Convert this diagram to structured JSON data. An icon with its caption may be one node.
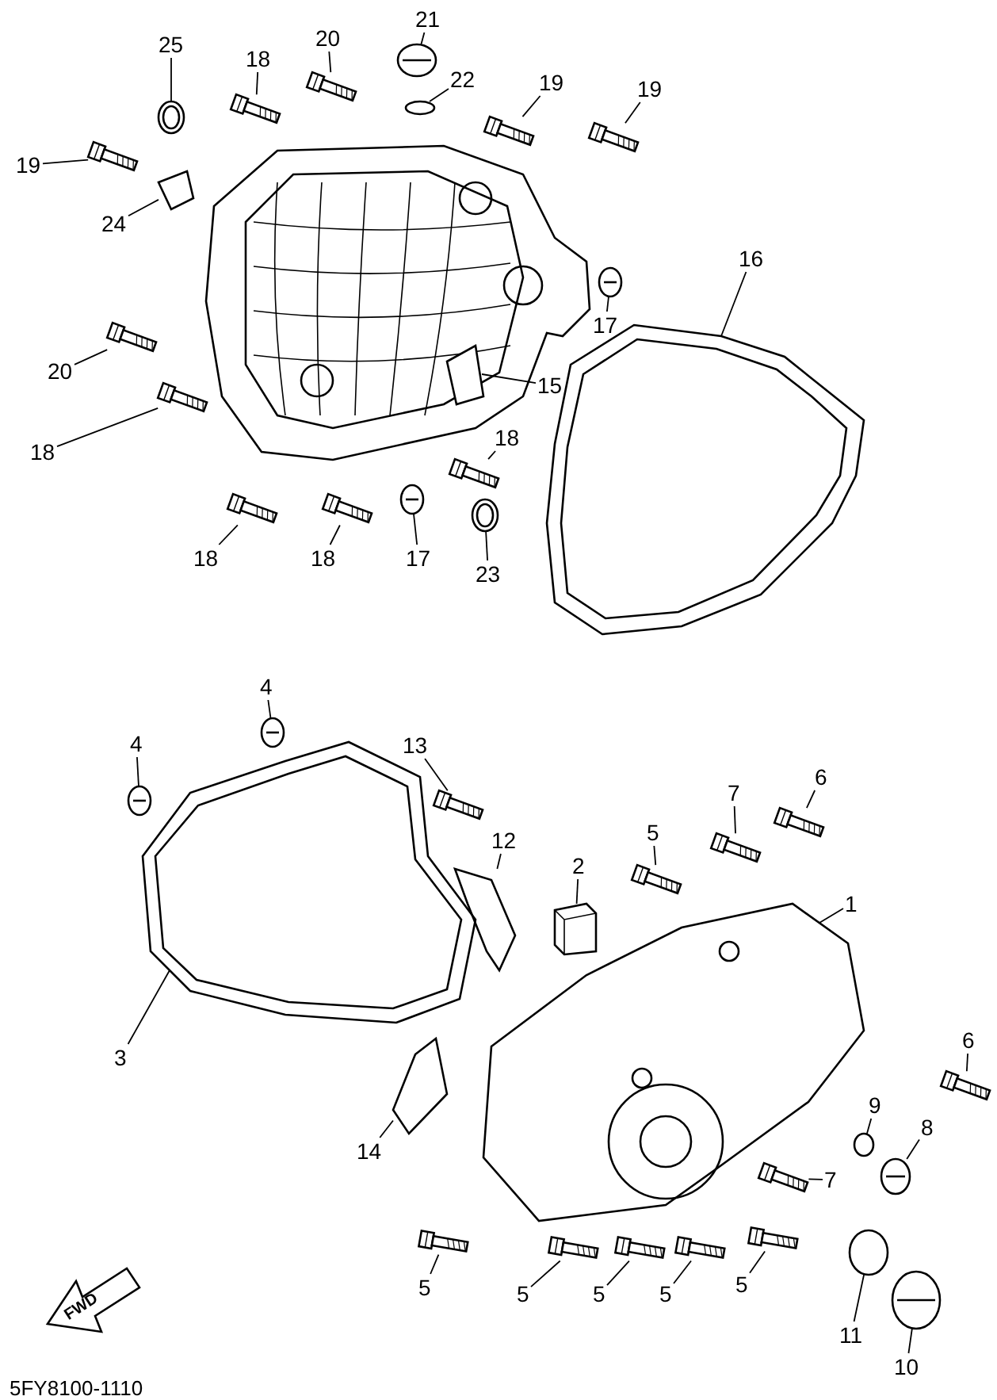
{
  "diagram": {
    "nodes": [
      {
        "text": [
          "25"
        ]
      },
      {
        "text": [
          "18"
        ]
      },
      {
        "text": [
          "20"
        ]
      },
      {
        "text": [
          "21"
        ]
      },
      {
        "text": [
          "22"
        ]
      },
      {
        "text": [
          "19"
        ]
      },
      {
        "text": [
          "19"
        ]
      },
      {
        "text": [
          "19"
        ]
      },
      {
        "text": [
          "24"
        ]
      },
      {
        "text": [
          "16"
        ]
      },
      {
        "text": [
          "17"
        ]
      },
      {
        "text": [
          "20"
        ]
      },
      {
        "text": [
          "15"
        ]
      },
      {
        "text": [
          "18"
        ]
      },
      {
        "text": [
          "18"
        ]
      },
      {
        "text": [
          "18"
        ]
      },
      {
        "text": [
          "18"
        ]
      },
      {
        "text": [
          "17"
        ]
      },
      {
        "text": [
          "23"
        ]
      },
      {
        "text": [
          "4"
        ]
      },
      {
        "text": [
          "4"
        ]
      },
      {
        "text": [
          "13"
        ]
      },
      {
        "text": [
          "12"
        ]
      },
      {
        "text": [
          "2"
        ]
      },
      {
        "text": [
          "5"
        ]
      },
      {
        "text": [
          "7"
        ]
      },
      {
        "text": [
          "6"
        ]
      },
      {
        "text": [
          "1"
        ]
      },
      {
        "text": [
          "3"
        ]
      },
      {
        "text": [
          "6"
        ]
      },
      {
        "text": [
          "9"
        ]
      },
      {
        "text": [
          "8"
        ]
      },
      {
        "text": [
          "14"
        ]
      },
      {
        "text": [
          "7"
        ]
      },
      {
        "text": [
          "5"
        ]
      },
      {
        "text": [
          "5"
        ]
      },
      {
        "text": [
          "5"
        ]
      },
      {
        "text": [
          "5"
        ]
      },
      {
        "text": [
          "5"
        ]
      },
      {
        "text": [
          "11"
        ]
      },
      {
        "text": [
          "10"
        ]
      },
      {
        "text": [],
        "shape": "picture"
      },
      {
        "text": [],
        "shape": "picture"
      },
      {
        "text": [],
        "shape": "picture"
      },
      {
        "text": [],
        "shape": "picture"
      },
      {
        "text": [],
        "shape": "circle"
      },
      {
        "text": [],
        "shape": "picture"
      },
      {
        "text": [],
        "shape": "picture"
      },
      {
        "text": [],
        "shape": "picture"
      },
      {
        "text": [],
        "shape": "picture"
      },
      {
        "text": [],
        "shape": "picture"
      },
      {
        "text": [],
        "shape": "picture"
      },
      {
        "text": [],
        "shape": "picture"
      },
      {
        "text": [],
        "shape": "picture"
      },
      {
        "text": [],
        "shape": "picture"
      },
      {
        "text": [],
        "shape": "picture"
      },
      {
        "text": [],
        "shape": "picture"
      },
      {
        "text": [],
        "shape": "picture"
      },
      {
        "text": [],
        "shape": "picture"
      },
      {
        "text": [],
        "shape": "picture"
      },
      {
        "text": [],
        "shape": "picture"
      },
      {
        "text": [],
        "shape": "picture"
      },
      {
        "text": [],
        "shape": "picture"
      },
      {
        "text": [],
        "shape": "picture"
      },
      {
        "text": [],
        "shape": "picture"
      },
      {
        "text": [],
        "shape": "picture"
      },
      {
        "text": [],
        "shape": "picture"
      },
      {
        "text": [],
        "shape": "picture"
      },
      {
        "text": [],
        "shape": "picture"
      },
      {
        "text": [],
        "shape": "picture"
      },
      {
        "text": [],
        "shape": "picture"
      },
      {
        "text": [],
        "shape": "circle"
      },
      {
        "text": [],
        "shape": "picture"
      },
      {
        "text": [],
        "shape": "picture"
      },
      {
        "text": [],
        "shape": "picture"
      },
      {
        "text": [],
        "shape": "picture"
      },
      {
        "text": [],
        "shape": "picture"
      },
      {
        "text": [],
        "shape": "picture"
      },
      {
        "text": [],
        "shape": "picture"
      },
      {
        "text": [],
        "shape": "picture"
      },
      {
        "text": [],
        "shape": "circle"
      },
      {
        "text": [],
        "shape": "picture"
      }
    ],
    "edges": [
      {
        "from": 0,
        "to": 41,
        "arrow": "none"
      },
      {
        "from": 1,
        "to": 42,
        "arrow": "none"
      },
      {
        "from": 2,
        "to": 43,
        "arrow": "none"
      },
      {
        "from": 3,
        "to": 44,
        "arrow": "none"
      },
      {
        "from": 4,
        "to": 45,
        "arrow": "none"
      },
      {
        "from": 5,
        "to": 46,
        "arrow": "none"
      },
      {
        "from": 6,
        "to": 47,
        "arrow": "none"
      },
      {
        "from": 7,
        "to": 48,
        "arrow": "none"
      },
      {
        "from": 8,
        "to": 49,
        "arrow": "none"
      },
      {
        "from": 9,
        "to": 50,
        "arrow": "none"
      },
      {
        "from": 10,
        "to": 51,
        "arrow": "none"
      },
      {
        "from": 11,
        "to": 52,
        "arrow": "none"
      },
      {
        "from": 12,
        "to": 53,
        "arrow": "none"
      },
      {
        "from": 13,
        "to": 54,
        "arrow": "none"
      },
      {
        "from": 14,
        "to": 55,
        "arrow": "none"
      },
      {
        "from": 15,
        "to": 56,
        "arrow": "none"
      },
      {
        "from": 16,
        "to": 57,
        "arrow": "none"
      },
      {
        "from": 17,
        "to": 58,
        "arrow": "none"
      },
      {
        "from": 18,
        "to": 59,
        "arrow": "none"
      },
      {
        "from": 19,
        "to": 60,
        "arrow": "none"
      },
      {
        "from": 20,
        "to": 61,
        "arrow": "none"
      },
      {
        "from": 21,
        "to": 62,
        "arrow": "none"
      },
      {
        "from": 22,
        "to": 63,
        "arrow": "none"
      },
      {
        "from": 23,
        "to": 64,
        "arrow": "none"
      },
      {
        "from": 24,
        "to": 65,
        "arrow": "none"
      },
      {
        "from": 25,
        "to": 66,
        "arrow": "none"
      },
      {
        "from": 26,
        "to": 67,
        "arrow": "none"
      },
      {
        "from": 27,
        "to": 68,
        "arrow": "none"
      },
      {
        "from": 28,
        "to": 69,
        "arrow": "none"
      },
      {
        "from": 29,
        "to": 70,
        "arrow": "none"
      },
      {
        "from": 30,
        "to": 71,
        "arrow": "none"
      },
      {
        "from": 31,
        "to": 72,
        "arrow": "none"
      },
      {
        "from": 32,
        "to": 73,
        "arrow": "none"
      },
      {
        "from": 33,
        "to": 74,
        "arrow": "none"
      },
      {
        "from": 34,
        "to": 75,
        "arrow": "none"
      },
      {
        "from": 35,
        "to": 76,
        "arrow": "none"
      },
      {
        "from": 36,
        "to": 77,
        "arrow": "none"
      },
      {
        "from": 37,
        "to": 78,
        "arrow": "none"
      },
      {
        "from": 38,
        "to": 79,
        "arrow": "none"
      },
      {
        "from": 39,
        "to": 80,
        "arrow": "none"
      },
      {
        "from": 40,
        "to": 81,
        "arrow": "none"
      }
    ],
    "labels": [
      "FWD",
      "5FY8100-1110"
    ]
  }
}
